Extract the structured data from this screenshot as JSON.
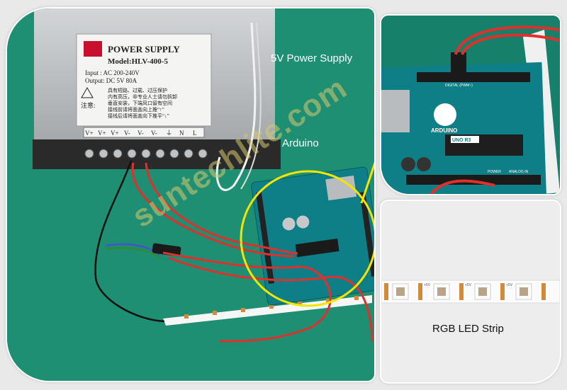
{
  "labels": {
    "power_supply": "5V Power Supply",
    "arduino": "Arduino",
    "led_strip": "RGB LED Strip"
  },
  "power_supply_label": {
    "title": "POWER SUPPLY",
    "model": "Model:HLV-400-5",
    "input": "Input : AC 200-240V",
    "output": "Output: DC 5V 80A",
    "warn_heading": "注意:",
    "warn_lines": [
      "具有短路、过载、过压保护",
      "内有高压，非专业人士请勿拆卸",
      "垂直安装，下端风口留有空间",
      "接线前请将面盖向上推“↑”",
      "接线后请将面盖向下推平“↓”"
    ],
    "terminals": [
      "V+",
      "V+",
      "V+",
      "V-",
      "V-",
      "V-",
      "⏚",
      "N",
      "L"
    ]
  },
  "arduino_board": {
    "brand": "ARDUINO",
    "model": "UNO R3",
    "header_digital": "DIGITAL (PWM~)",
    "header_power": "POWER",
    "header_analog": "ANALOG IN"
  },
  "led_strip_marking": "+5V",
  "watermark": "suntechlite.com",
  "colors": {
    "green_bg": "#1f8f74",
    "callout_yellow": "#f2e600",
    "wire_red": "#e0302c"
  }
}
